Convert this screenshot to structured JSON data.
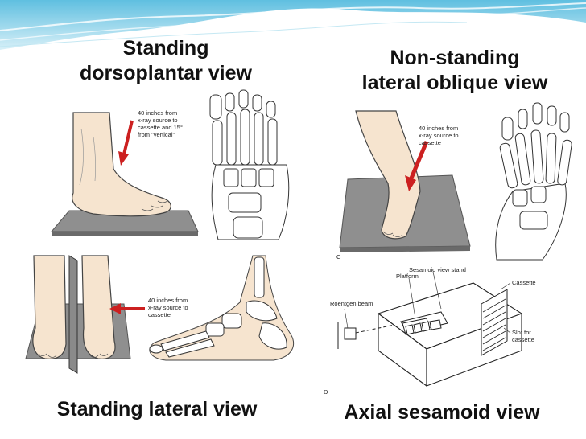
{
  "slide": {
    "titles": {
      "standing_dp": [
        "Standing",
        "dorsoplantar view"
      ],
      "nonstanding_lo": [
        "Non-standing",
        "lateral oblique view"
      ],
      "standing_lat": "Standing lateral view",
      "axial_sesamoid": "Axial sesamoid view"
    }
  },
  "panels": {
    "standing_dp": {
      "note": [
        "40 inches from",
        "x-ray source to",
        "cassette and 15°",
        "from \"vertical\""
      ]
    },
    "nonstanding_lo": {
      "note": [
        "40 inches from",
        "x-ray source to",
        "cassette"
      ],
      "letter": "C"
    },
    "standing_lat": {
      "note": [
        "40 inches from",
        "x-ray source to",
        "cassette"
      ]
    },
    "axial_sesamoid": {
      "labels": {
        "stand": "Sesamoid view stand",
        "platform": "Platform",
        "cassette": "Cassette",
        "beam": "Roentgen beam",
        "slot": [
          "Slot for",
          "cassette"
        ]
      },
      "letter": "D"
    }
  },
  "colors": {
    "arrow": "#cc2020",
    "banner": "#8fd0e6",
    "skin": "#f6e4cf",
    "bone": "#ffffff",
    "plate": "#8a8a8a"
  }
}
